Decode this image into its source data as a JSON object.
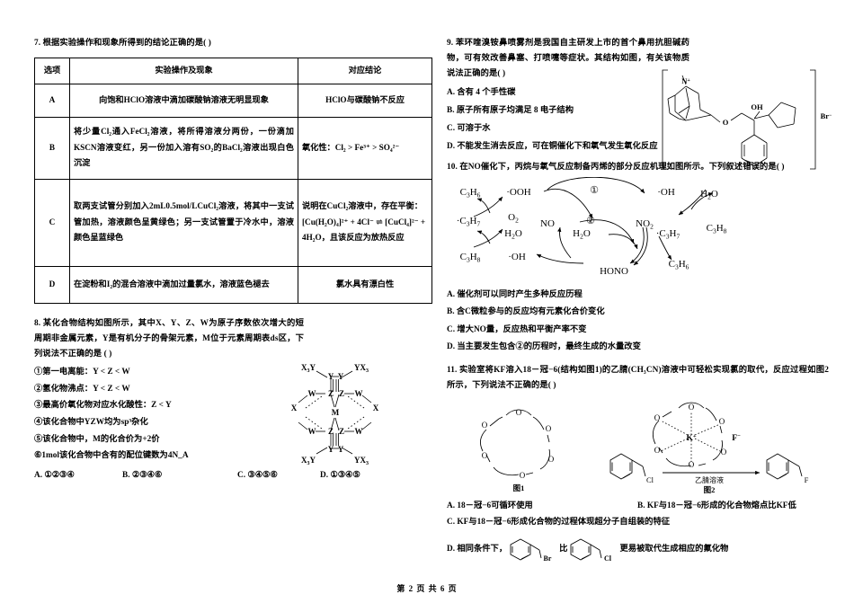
{
  "footer": {
    "text": "第 2 页  共 6 页"
  },
  "left_column": {
    "q7": {
      "stem": "7. 根据实验操作和现象所得到的结论正确的是(    )",
      "table": {
        "headers": [
          "选项",
          "实验操作及现象",
          "对应结论"
        ],
        "rows": [
          {
            "option": "A",
            "operation": "向饱和HClO溶液中滴加碳酸钠溶液无明显现象",
            "conclusion": "HClO与碳酸钠不反应"
          },
          {
            "option": "B",
            "operation": "将少量Cl₂通入FeCl₂溶液，将所得溶液分两份，一份滴加KSCN溶液变红，另一份加入溶有SO₂的BaCl₂溶液出现白色沉淀",
            "conclusion": "氧化性：Cl₂ > Fe³⁺ > SO₄²⁻"
          },
          {
            "option": "C",
            "operation": "取两支试管分别加入2mL0.5mol/LCuCl₂溶液，将其中一支试管加热，溶液颜色呈黄绿色；另一支试管置于冷水中，溶液颜色呈蓝绿色",
            "conclusion": "说明在CuCl₂溶液中，存在平衡：[Cu(H₂O)₄]²⁺ + 4Cl⁻ ⇌ [CuCl₄]²⁻ + 4H₂O，且该反应为放热反应"
          },
          {
            "option": "D",
            "operation": "在淀粉和I₂的混合溶液中滴加过量氯水，溶液蓝色褪去",
            "conclusion": "氯水具有漂白性"
          }
        ]
      }
    },
    "q8": {
      "stem": "8. 某化合物结构如图所示，其中X、Y、Z、W为原子序数依次增大的短周期非金属元素，Y是有机分子的骨架元素，M位于元素周期表ds区，下列说法不正确的是 (    )",
      "statements": [
        "①第一电离能：Y < Z < W",
        "②氢化物沸点：Y < Z < W",
        "③最高价氧化物对应水化酸性：Z < Y",
        "④该化合物中YZW均为sp³杂化",
        "⑤该化合物中，M的化合价为+2价",
        "⑥1mol该化合物中含有的配位键数为4N_A"
      ],
      "answers": [
        {
          "label": "A.",
          "value": "①②③④"
        },
        {
          "label": "B.",
          "value": "②③④⑥"
        },
        {
          "label": "C.",
          "value": "③④⑤⑥"
        },
        {
          "label": "D.",
          "value": "①③④⑤"
        }
      ],
      "figure_labels": {
        "center": "M",
        "ring": [
          "Y",
          "Z",
          "W",
          "X"
        ],
        "terminal": [
          "X₃Y",
          "YX₃"
        ]
      }
    }
  },
  "right_column": {
    "q9": {
      "stem": "9. 苯环喹溴铵鼻喷雾剂是我国自主研发上市的首个鼻用抗胆碱药物，可有效改善鼻塞、打喷嚏等症状。其结构如图，有关该物质说法正确的是(    )",
      "options": [
        "A. 含有 4 个手性碳",
        "B. 原子所有原子均满足 8 电子结构",
        "C. 可溶于水",
        "D. 不能发生消去反应，可在铜催化下和氧气发生氧化反应"
      ],
      "figure_labels": {
        "n_plus": "N⁺",
        "oh": "OH",
        "o": "O",
        "counterion": "Br⁻"
      }
    },
    "q10": {
      "stem": "10. 在NO催化下，丙烷与氧气反应制备丙烯的部分反应机理如图所示。下列叙述错误的是(    )",
      "options": [
        "A. 催化剂可以同时产生多种反应历程",
        "B. 含C微粒参与的反应均有元素化合价变化",
        "C. 增大NO量，反应热和平衡产率不变",
        "D. 当主要发生包含②的历程时，最终生成的水量改变"
      ],
      "figure_labels": {
        "cycle_1": "①",
        "cycle_2": "②",
        "species": [
          "C₃H₆",
          "·OOH",
          "·OH",
          "H₂O",
          "·C₃H₇",
          "O₂",
          "NO",
          "NO₂",
          "C₃H₈",
          "HONO"
        ]
      }
    },
    "q11": {
      "stem": "11. 实验室将KF溶入18－冠−6(结构如图1)的乙腈(CH₃CN)溶液中可轻松实现氯的取代，反应过程如图2所示，下列说法不正确的是(    )",
      "options": [
        "A. 18－冠−6可循环使用",
        "B. KF与18－冠−6形成的化合物熔点比KF低",
        "C. KF与18－冠−6形成化合物的过程体现超分子自组装的特征",
        "D. 相同条件下，"
      ],
      "option_d_tail": "更易被取代生成相应的氟化物",
      "option_d_mid": "比",
      "figure_labels": {
        "fig1_caption": "图1",
        "fig2_caption": "图2",
        "k_ion": "K⁺",
        "f_ion": "F⁻",
        "o_atom": "O",
        "cl_atom": "Cl",
        "f_atom": "F",
        "br_atom": "Br",
        "condition": "乙腈溶液"
      }
    }
  }
}
